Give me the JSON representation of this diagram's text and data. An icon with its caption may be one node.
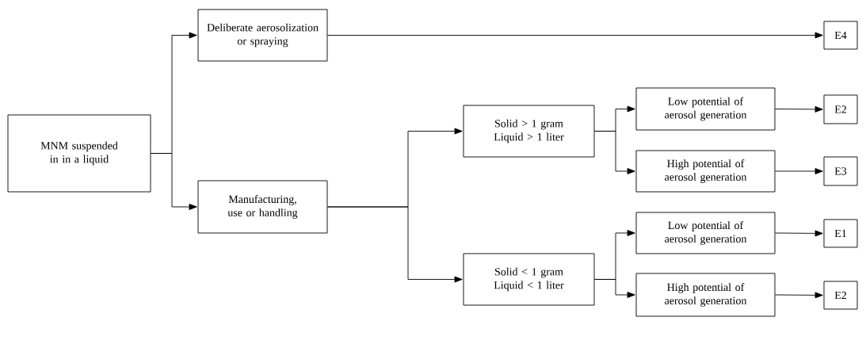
{
  "diagram": {
    "nodes": [
      {
        "text": [
          "MNM suspended in in a liquid"
        ]
      },
      {
        "text": [
          "Deliberate aerosolization or spraying"
        ]
      },
      {
        "text": [
          "Manufacturing, use or handling"
        ]
      },
      {
        "text": [
          "Solid > 1 gram Liquid > 1 liter"
        ]
      },
      {
        "text": [
          "Solid < 1 gram Liquid < 1 liter"
        ]
      },
      {
        "text": [
          "Low potential of aerosol generation"
        ]
      },
      {
        "text": [
          "High potential of aerosol generation"
        ]
      },
      {
        "text": [
          "Low potential of aerosol generation"
        ]
      },
      {
        "text": [
          "High potential of aerosol generation"
        ]
      },
      {
        "text": [
          "E4"
        ]
      },
      {
        "text": [
          "E2"
        ]
      },
      {
        "text": [
          "E3"
        ]
      },
      {
        "text": [
          "E1"
        ]
      },
      {
        "text": [
          "E2"
        ]
      }
    ],
    "edges": [
      {
        "from": 0,
        "to": 1,
        "arrow": "to"
      },
      {
        "from": 0,
        "to": 2,
        "arrow": "to"
      },
      {
        "from": 1,
        "to": 9,
        "arrow": "to"
      },
      {
        "from": 2,
        "to": 3,
        "arrow": "to"
      },
      {
        "from": 2,
        "to": 4,
        "arrow": "to"
      },
      {
        "from": 3,
        "to": 5,
        "arrow": "to"
      },
      {
        "from": 3,
        "to": 6,
        "arrow": "to"
      },
      {
        "from": 4,
        "to": 7,
        "arrow": "to"
      },
      {
        "from": 4,
        "to": 8,
        "arrow": "to"
      },
      {
        "from": 5,
        "to": 10,
        "arrow": "to"
      },
      {
        "from": 6,
        "to": 11,
        "arrow": "to"
      },
      {
        "from": 7,
        "to": 12,
        "arrow": "to"
      },
      {
        "from": 8,
        "to": 13,
        "arrow": "to"
      }
    ]
  }
}
